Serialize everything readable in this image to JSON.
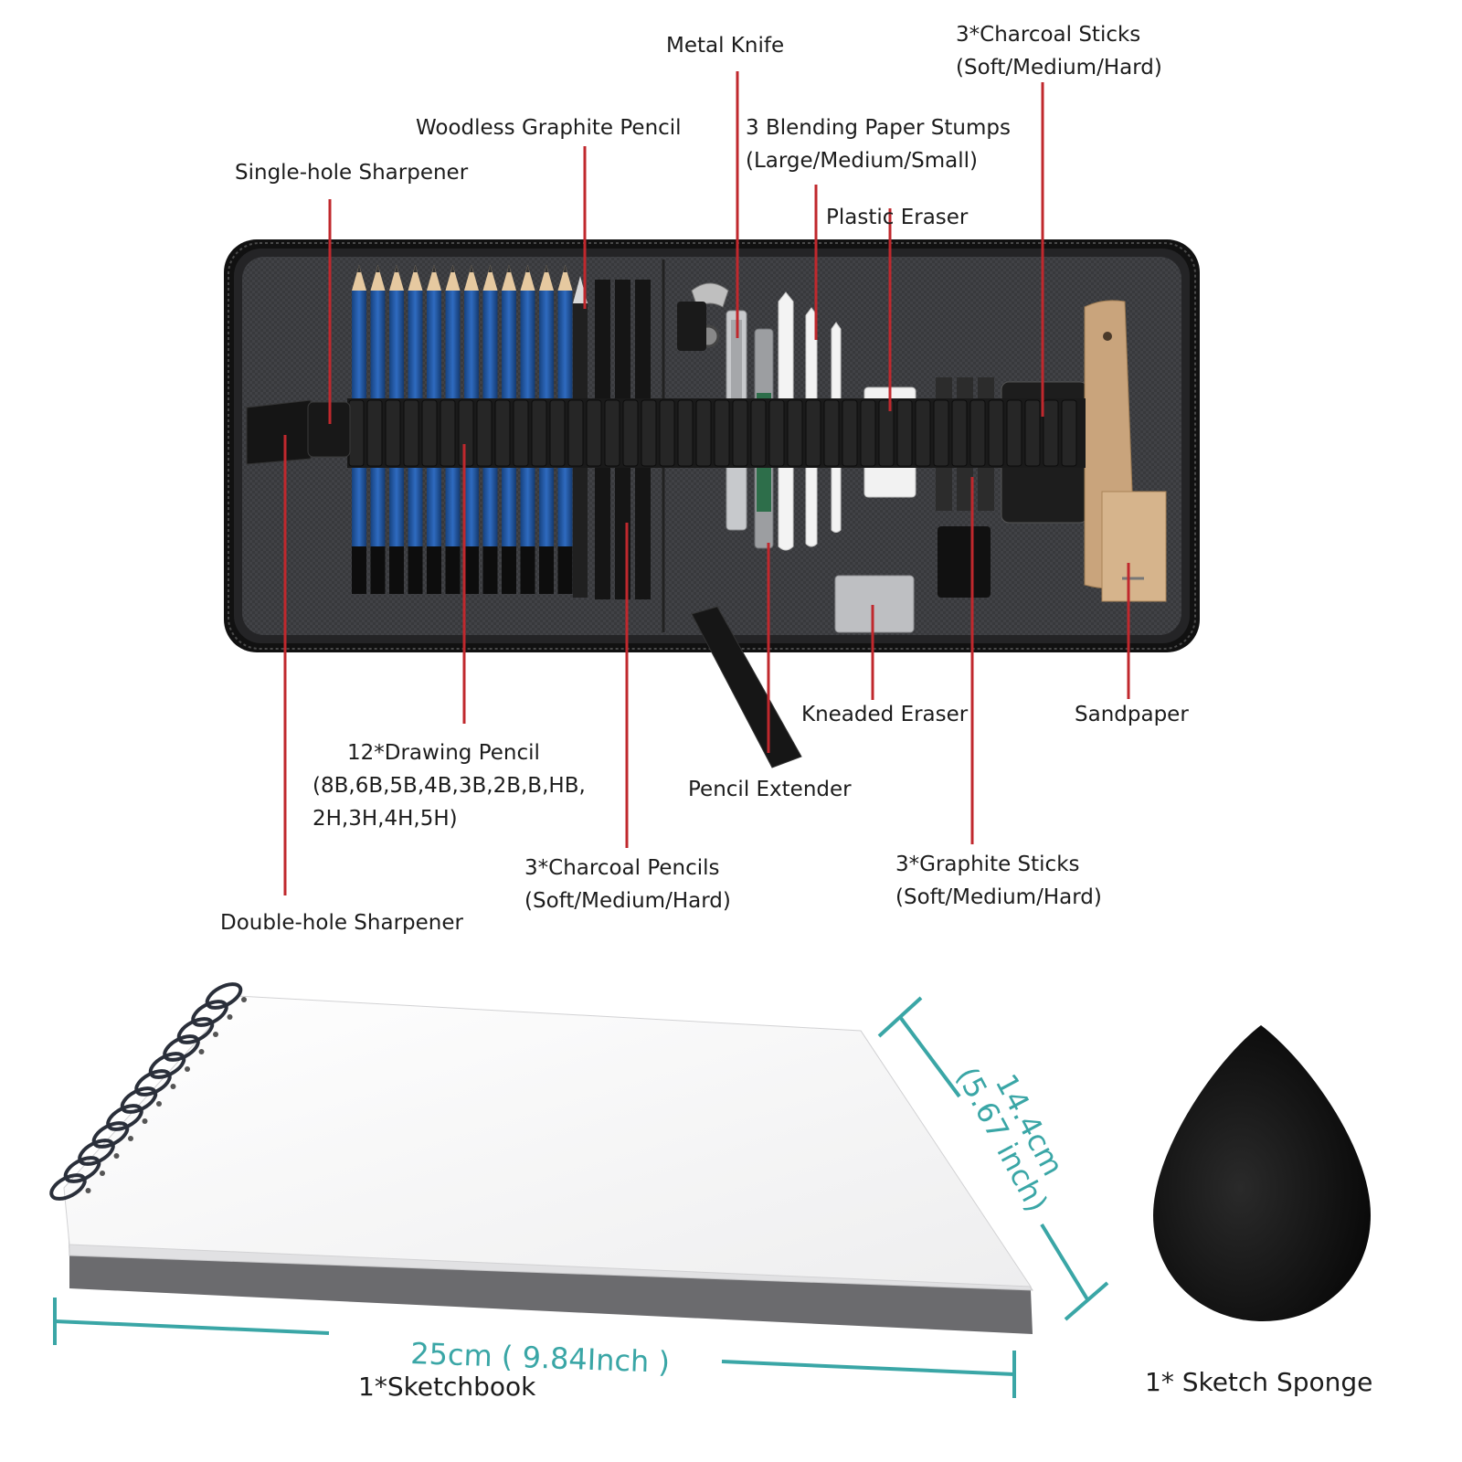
{
  "labels": {
    "metal_knife": "Metal Knife",
    "charcoal_sticks": [
      "3*Charcoal Sticks",
      "(Soft/Medium/Hard)"
    ],
    "woodless_pencil": "Woodless Graphite Pencil",
    "blending_stumps": [
      "3 Blending Paper Stumps",
      "(Large/Medium/Small)"
    ],
    "single_sharpener": "Single-hole Sharpener",
    "plastic_eraser": "Plastic Eraser",
    "kneaded_eraser": "Kneaded Eraser",
    "sandpaper": "Sandpaper",
    "drawing_pencil": [
      "12*Drawing Pencil",
      "(8B,6B,5B,4B,3B,2B,B,HB,",
      "2H,3H,4H,5H)"
    ],
    "pencil_extender": "Pencil Extender",
    "charcoal_pencils": [
      "3*Charcoal Pencils",
      "(Soft/Medium/Hard)"
    ],
    "graphite_sticks": [
      "3*Graphite Sticks",
      "(Soft/Medium/Hard)"
    ],
    "double_sharpener": "Double-hole Sharpener"
  },
  "sketchbook": {
    "width_label": "25cm ( 9.84Inch )",
    "height_label": [
      "14.4cm",
      "(5.67 inch)"
    ],
    "name": "1*Sketchbook"
  },
  "sponge": {
    "name": "1* Sketch Sponge"
  },
  "pencil_grades": [
    "8B",
    "6B",
    "5B",
    "4B",
    "3B",
    "2B",
    "B",
    "HB",
    "2H",
    "3H",
    "4H",
    "5H"
  ],
  "colors": {
    "leader": "#c0282d",
    "dimension": "#3aa6a6",
    "case": "#1b1b1b",
    "case_lining": "#3a3b3e",
    "pencil_blue": "#1e4f9c"
  }
}
